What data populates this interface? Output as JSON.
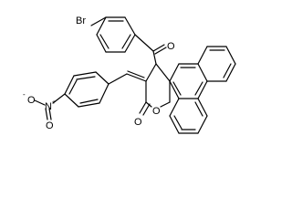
{
  "structure": {
    "atom_labels": {
      "bromine": "Br",
      "ketone_oxygen": "O",
      "lactone_carbonyl_oxygen": "O",
      "ring_oxygen": "O",
      "nitro_nitrogen": "N",
      "nitro_oxygen_minus": "O",
      "nitro_oxygen_double": "O",
      "plus_charge": "+",
      "minus_charge": "-"
    }
  }
}
